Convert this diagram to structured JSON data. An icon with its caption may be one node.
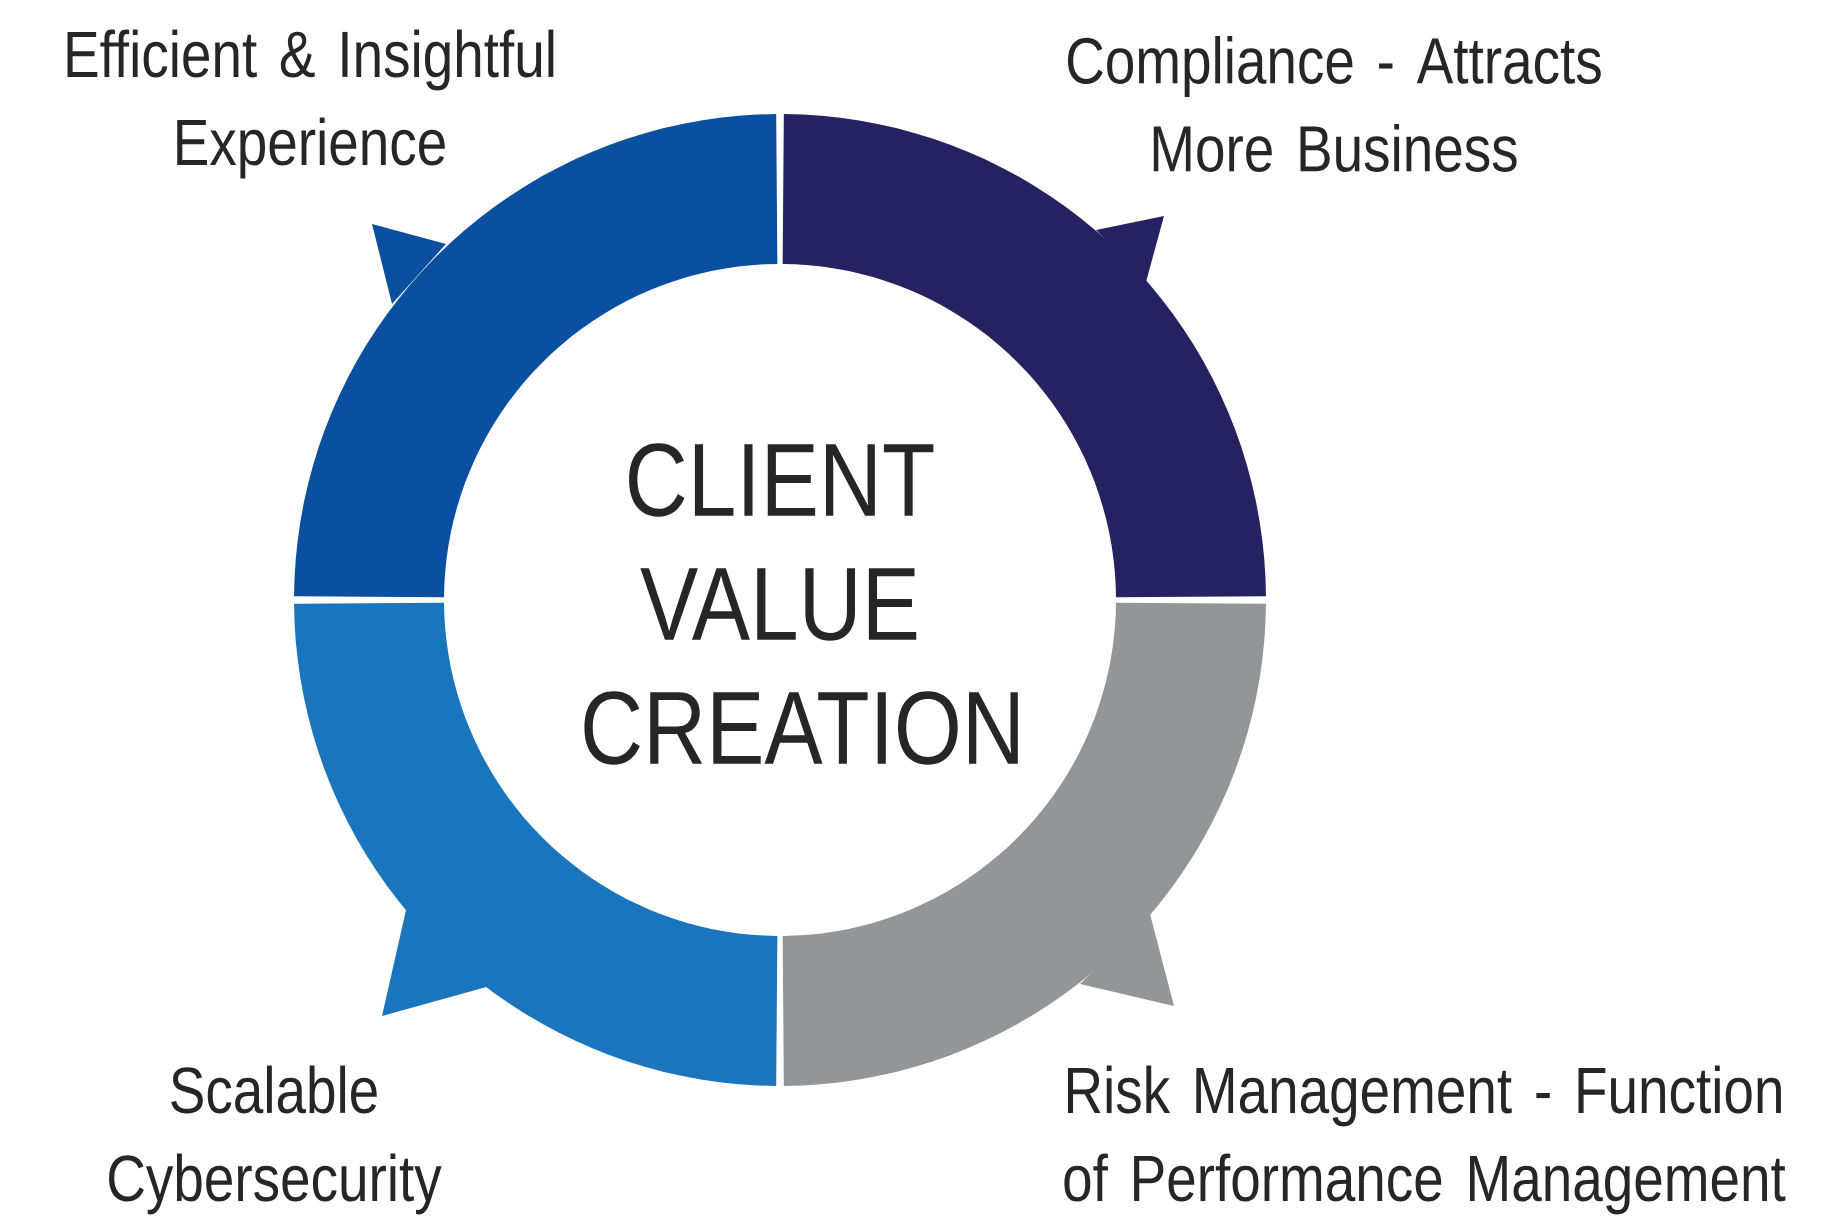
{
  "diagram": {
    "nodes": [
      {
        "text": [
          "CLIENT VALUE CREATION"
        ]
      },
      {
        "text": [],
        "shape": "arc",
        "beside": [
          "Efficient & Insightful Experience"
        ]
      },
      {
        "text": [],
        "shape": "arc",
        "beside": [
          "Compliance - Attracts More Business"
        ]
      },
      {
        "text": [],
        "shape": "arc",
        "beside": [
          "Scalable Cybersecurity"
        ]
      },
      {
        "text": [],
        "shape": "arc",
        "beside": [
          "Risk Management - Function of Performance Management"
        ]
      }
    ]
  }
}
